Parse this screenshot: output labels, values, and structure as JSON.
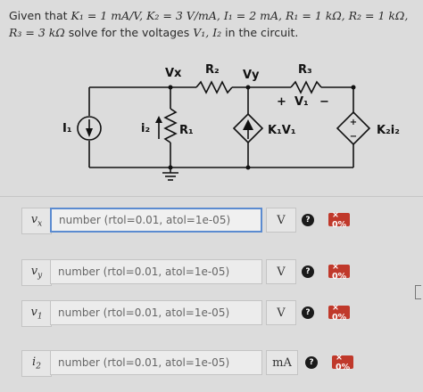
{
  "problem": {
    "line1_prefix": "Given that ",
    "line1_math": "K₁ = 1 mA/V, K₂ = 3 V/mA, I₁ = 2 mA, R₁ = 1 kΩ, R₂ = 1 kΩ,",
    "line2_math": "R₃ = 3 kΩ",
    "line2_mid": " solve for the voltages ",
    "line2_vars": "V₁, I₂",
    "line2_suffix": " in the circuit."
  },
  "circuit": {
    "node_vx": "Vx",
    "node_vy": "Vy",
    "r2": "R₂",
    "r3": "R₃",
    "v1_plus": "+",
    "v1_label": "V₁",
    "v1_minus": "−",
    "i1": "I₁",
    "i2": "i₂",
    "r1": "R₁",
    "k1v1": "K₁V₁",
    "k2i2": "K₂i₂",
    "src_plus": "+",
    "src_minus": "−"
  },
  "answers": [
    {
      "var": "vx",
      "placeholder": "number (rtol=0.01, atol=1e-05)",
      "unit": "V",
      "score": "× 0%"
    },
    {
      "var": "vy",
      "placeholder": "number (rtol=0.01, atol=1e-05)",
      "unit": "V",
      "score": "× 0%"
    },
    {
      "var": "v1",
      "placeholder": "number (rtol=0.01, atol=1e-05)",
      "unit": "V",
      "score": "× 0%"
    },
    {
      "var": "i2",
      "placeholder": "number (rtol=0.01, atol=1e-05)",
      "unit": "mA",
      "score": "× 0%"
    }
  ],
  "help_glyph": "?"
}
